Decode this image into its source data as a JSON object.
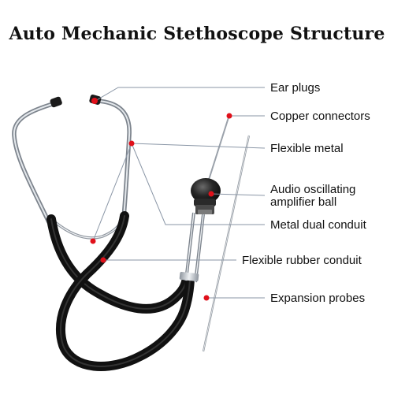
{
  "title": "Auto Mechanic Stethoscope Structure",
  "labels": {
    "ear_plugs": "Ear plugs",
    "copper_connectors": "Copper connectors",
    "flexible_metal": "Flexible metal",
    "amplifier_ball_line1": "Audio oscillating",
    "amplifier_ball_line2": "amplifier ball",
    "metal_dual_conduit": "Metal dual conduit",
    "flexible_rubber_conduit": "Flexible rubber conduit",
    "expansion_probes": "Expansion probes"
  },
  "colors": {
    "marker": "#e0101a",
    "leader_line": "#8a96a6",
    "rubber_tube": "#111111",
    "metal": "#b8bec6"
  }
}
